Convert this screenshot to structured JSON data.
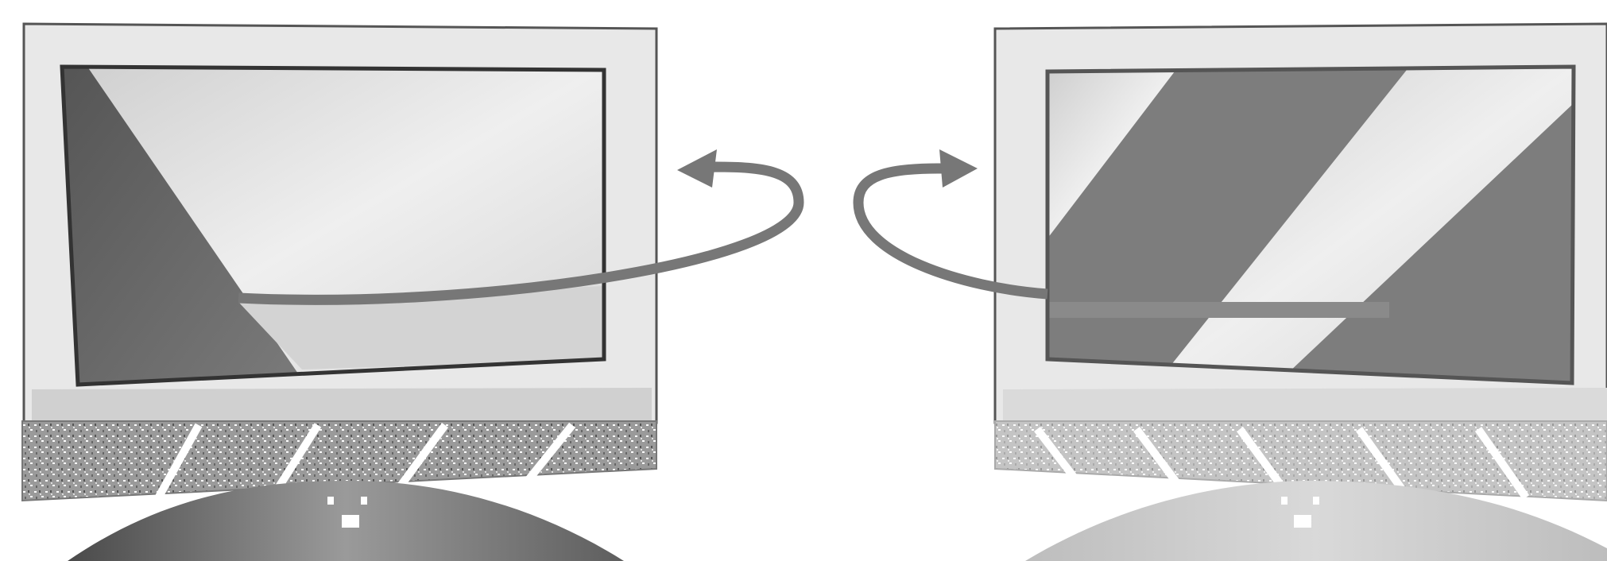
{
  "figure": {
    "panels": [
      {
        "id": "monitor-left",
        "icon": "monitor-icon",
        "screen_pattern": "single-diagonal-band",
        "rotation_arrow": "curved-arrow-counterclockwise-icon"
      },
      {
        "id": "monitor-right",
        "icon": "monitor-icon",
        "screen_pattern": "multiple-diagonal-bands",
        "rotation_arrow": "curved-arrow-clockwise-icon"
      }
    ],
    "colors": {
      "bezel": "#e6e6e6",
      "bezel_edge": "#555555",
      "screen_dark": "#6e6e6e",
      "screen_light": "#d9d9d9",
      "arrow": "#777777",
      "stand_dark": "#5a5a5a",
      "stand_light": "#c8c8c8"
    }
  }
}
